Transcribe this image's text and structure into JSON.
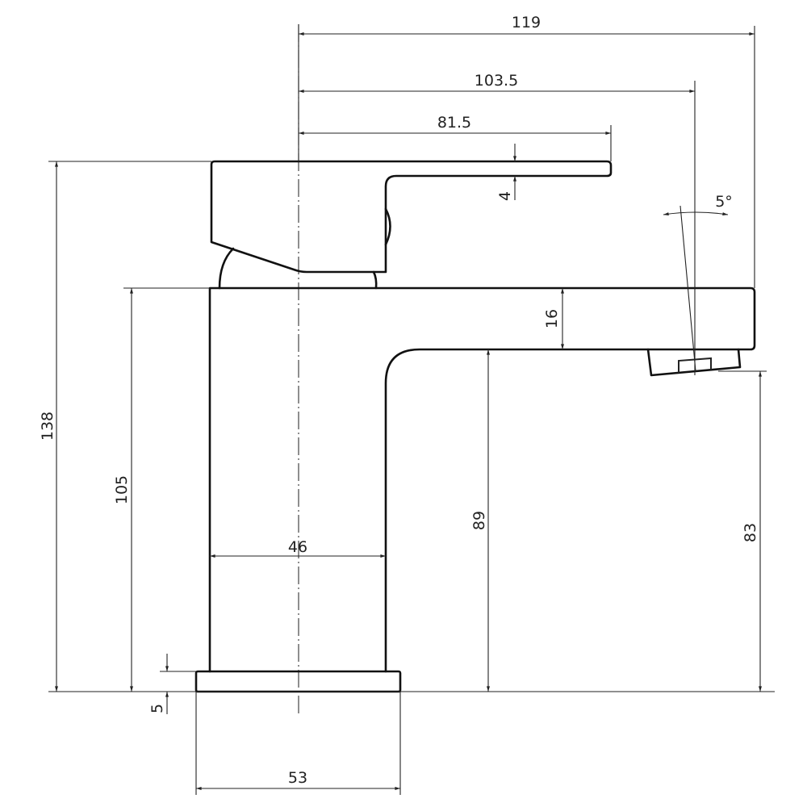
{
  "drawing": {
    "subject": "Basin mixer tap - side elevation",
    "units": "mm",
    "line_color": "#111111",
    "background": "#ffffff"
  },
  "dimensions": {
    "overall_spout_reach": "119",
    "aerator_reach": "103.5",
    "handle_reach": "81.5",
    "handle_thickness": "4",
    "spout_angle": "5°",
    "spout_thickness": "16",
    "overall_height": "138",
    "body_height": "105",
    "spout_underside_height": "89",
    "aerator_outlet_height": "83",
    "body_width": "46",
    "base_plate_height": "5",
    "base_width": "53"
  }
}
